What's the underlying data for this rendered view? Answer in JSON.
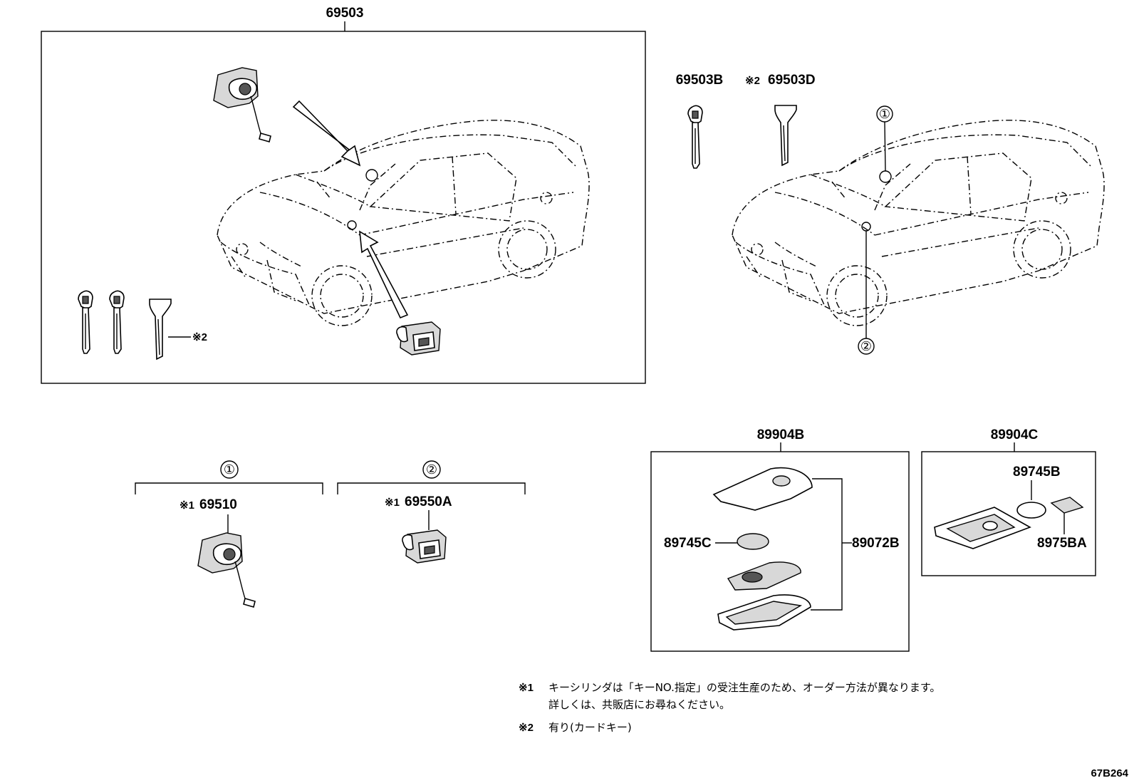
{
  "labels": {
    "main_assembly": "69503",
    "key_b": "69503B",
    "key_d_prefix": "※2",
    "key_d": "69503D",
    "key_card_note": "※2",
    "group1_marker": "①",
    "group1_note": "※1",
    "group1_part": "69510",
    "group2_marker": "②",
    "group2_note": "※1",
    "group2_part": "69550A",
    "car_marker1": "①",
    "car_marker2": "②",
    "fob_box": "89904B",
    "fob_battery": "89745C",
    "fob_case": "89072B",
    "card_box": "89904C",
    "card_battery": "89745B",
    "card_cover": "8975BA",
    "drawing_code": "67B264"
  },
  "notes": {
    "n1_mark": "※1",
    "n1_line1": "キーシリンダは「キーNO.指定」の受注生産のため、オーダー方法が異なります。",
    "n1_line2": "詳しくは、共販店にお尋ねください。",
    "n2_mark": "※2",
    "n2_line1": "有り(カードキー)"
  }
}
